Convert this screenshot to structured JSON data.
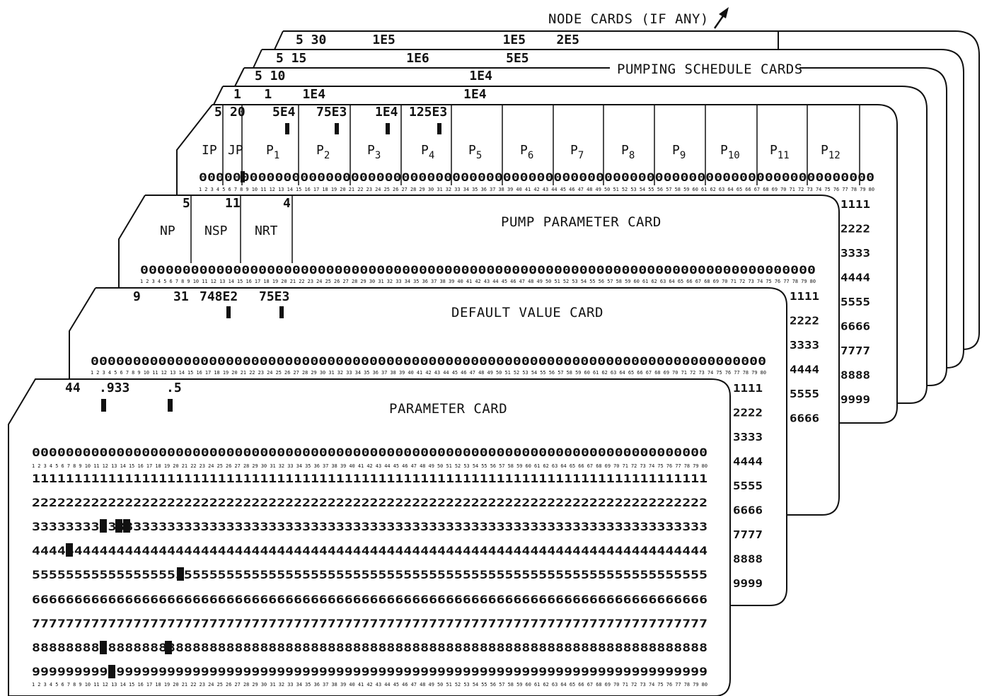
{
  "annotations": {
    "node_cards": "NODE CARDS (IF ANY)",
    "pumping_schedule": "PUMPING SCHEDULE CARDS"
  },
  "back_cards": [
    {
      "row": "5 30      1E5              1E5    2E5"
    },
    {
      "row": "5 15             1E6          5E5"
    },
    {
      "row": "5 10                        1E4"
    },
    {
      "row": "1   1    1E4                  1E4"
    }
  ],
  "schedule_card": {
    "header_values": {
      "ip": "5",
      "jp": "20",
      "p1": "5E4",
      "p2": "75E3",
      "p3": "1E4",
      "p4": "125E3"
    },
    "fields": [
      "IP",
      "JP",
      "P",
      "P",
      "P",
      "P",
      "P",
      "P",
      "P",
      "P",
      "P",
      "P",
      "P",
      "P"
    ],
    "subscripts": [
      "",
      "",
      "1",
      "2",
      "3",
      "4",
      "5",
      "6",
      "7",
      "8",
      "9",
      "10",
      "11",
      "12"
    ]
  },
  "pump_card": {
    "title": "PUMP PARAMETER CARD",
    "header_values": {
      "np": "5",
      "nsp": "11",
      "nrt": "4"
    },
    "fields": [
      "NP",
      "NSP",
      "NRT"
    ]
  },
  "default_card": {
    "title": "DEFAULT VALUE CARD",
    "header_values": {
      "a": "9",
      "b": "31",
      "c": "748E2",
      "d": "75E3"
    }
  },
  "parameter_card": {
    "title": "PARAMETER CARD",
    "header_values": {
      "a": "44",
      "b": ".933",
      "c": ".5"
    }
  },
  "edge_digits": [
    "1",
    "2",
    "3",
    "4",
    "5",
    "6",
    "7",
    "8",
    "9"
  ]
}
